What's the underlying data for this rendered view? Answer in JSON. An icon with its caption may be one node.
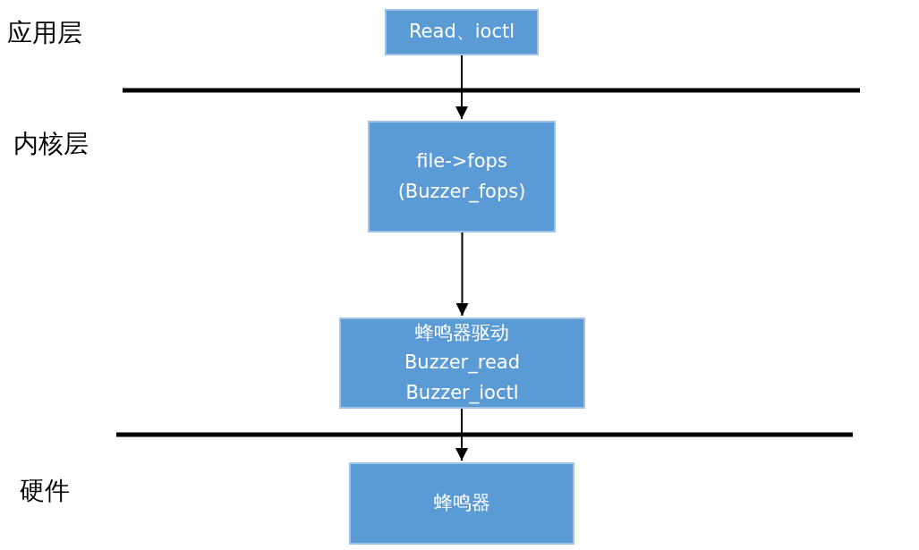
{
  "diagram": {
    "nodes": [
      {
        "text": [
          "Read、ioctl"
        ]
      },
      {
        "text": [
          "file->fops (Buzzer_fops)"
        ]
      },
      {
        "text": [
          "蜂鸣器驱动",
          "Buzzer_read",
          "Buzzer_ioctl"
        ]
      },
      {
        "text": [
          "蜂鸣器"
        ]
      }
    ],
    "edges": [
      {
        "from": 0,
        "to": 1,
        "arrow": "to"
      },
      {
        "from": 1,
        "to": 2,
        "arrow": "to"
      },
      {
        "from": 2,
        "to": 3,
        "arrow": "to"
      }
    ],
    "labels": [
      "应用层",
      "内核层",
      "硬件"
    ]
  }
}
